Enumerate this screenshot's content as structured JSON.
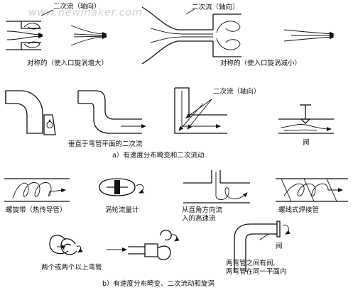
{
  "watermark": "www.newmaker.com",
  "labels": {
    "secondary_flow_axial_1": "二次流（轴向）",
    "secondary_flow_axial_2": "二次流（轴向）",
    "secondary_flow_axial_3": "二次流（轴向）",
    "symmetric_increase": "对称的（使入口旋涡增大）",
    "symmetric_decrease": "对称的（使入口旋涡减小）",
    "perpendicular_bend": "垂直于弯管平面的二次流",
    "valve_a": "阀",
    "caption_a": "a）有速度分布畸变和二次流动",
    "spiral_band": "螺旋带（热传导管）",
    "turbine_meter": "涡轮流量计",
    "right_angle_line1": "从直角方向流",
    "right_angle_line2": "入的高速流",
    "spiral_weld": "螺线式焊接管",
    "two_or_more_bends": "两个或两个以上弯管",
    "valve_b": "阀",
    "two_bends_line1": "两弯管之间有阀,",
    "two_bends_line2": "两弯管在同一平面内",
    "caption_b": "b）有速度分布畸变、二次流动和旋涡"
  }
}
